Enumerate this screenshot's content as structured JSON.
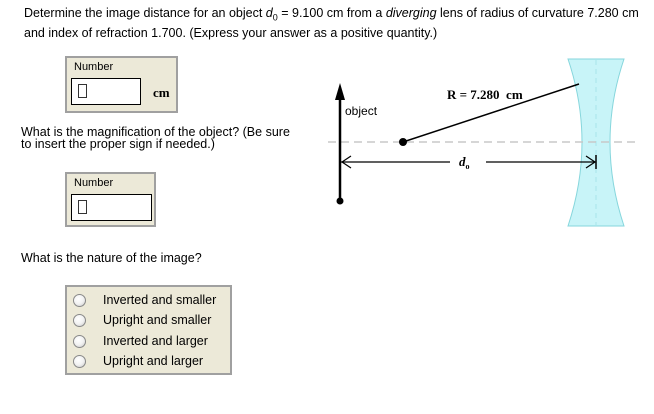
{
  "question1": {
    "text_before": "Determine the image distance for an object ",
    "symbol": "d",
    "subscript": "0",
    "text_middle": " = 9.100 cm from a ",
    "emphasis": "diverging",
    "text_after": " lens of radius of curvature 7.280 cm and index of refraction 1.700. (Express your answer as a positive quantity.)",
    "input": {
      "label": "Number",
      "value": "",
      "unit": "cm"
    }
  },
  "question2": {
    "text": "What is the magnification of the object? (Be sure to insert the proper sign if needed.)",
    "input": {
      "label": "Number",
      "value": ""
    }
  },
  "question3": {
    "text": "What is the nature of the image?",
    "options": [
      {
        "label": "Inverted and smaller",
        "selected": false
      },
      {
        "label": "Upright and smaller",
        "selected": false
      },
      {
        "label": "Inverted and larger",
        "selected": false
      },
      {
        "label": "Upright and larger",
        "selected": false
      }
    ]
  },
  "diagram": {
    "object_label": "object",
    "radius_label": "R = 7.280  cm",
    "distance_label": "d",
    "distance_subscript": "o",
    "lens_color": "#c8f4f8",
    "lens_stroke": "#86d6dc",
    "axis_color": "#c8c8c8"
  }
}
